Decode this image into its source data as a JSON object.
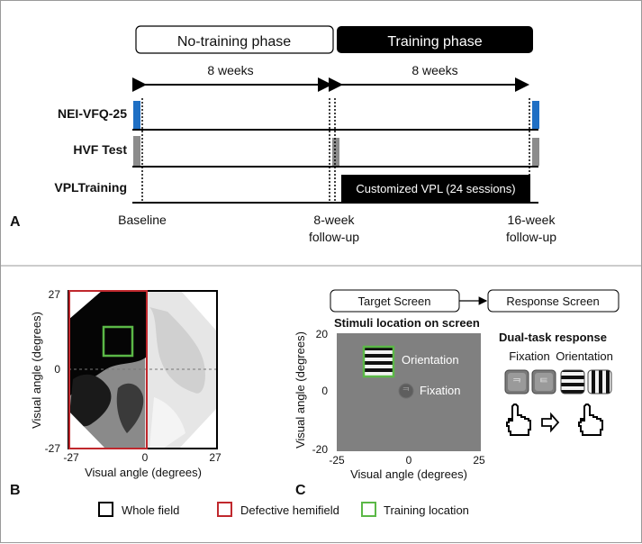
{
  "panel_a": {
    "label": "A",
    "phases": {
      "no_training": "No-training phase",
      "training": "Training phase"
    },
    "durations": [
      "8 weeks",
      "8 weeks"
    ],
    "rows": [
      "NEI-VFQ-25",
      "HVF Test",
      "VPLTraining"
    ],
    "training_box": "Customized VPL (24 sessions)",
    "timepoints": [
      {
        "line1": "Baseline",
        "line2": ""
      },
      {
        "line1": "8-week",
        "line2": "follow-up"
      },
      {
        "line1": "16-week",
        "line2": "follow-up"
      }
    ],
    "colors": {
      "nei_marker": "#1f6fc4",
      "hvf_marker": "#8c8c8c",
      "training_fill": "#000000"
    }
  },
  "panel_b": {
    "label": "B",
    "xlabel": "Visual angle (degrees)",
    "ylabel": "Visual angle (degrees)",
    "ticks": {
      "y_top": "27",
      "y_mid": "0",
      "y_bottom": "-27",
      "x_left": "-27",
      "x_mid": "0",
      "x_right": "27"
    },
    "colors": {
      "whole_field": "#000000",
      "defective_hemifield": "#c0282d",
      "training_location": "#5bb847"
    }
  },
  "panel_c": {
    "label": "C",
    "flow": {
      "target": "Target Screen",
      "response": "Response Screen"
    },
    "stimuli_title": "Stimuli location on screen",
    "xlabel": "Visual angle (degrees)",
    "ylabel": "Visual angle (degrees)",
    "yticks": [
      "20",
      "0",
      "-20"
    ],
    "xticks": [
      "-25",
      "0",
      "25"
    ],
    "orientation_label": "Orientation",
    "fixation_label": "Fixation",
    "response": {
      "title": "Dual-task response",
      "fixation": "Fixation",
      "orientation": "Orientation"
    },
    "icons": [
      "hand-pointer-icon",
      "arrow-right-icon",
      "hand-pointer-icon"
    ]
  },
  "legend": {
    "items": [
      {
        "label": "Whole field",
        "color": "#000000"
      },
      {
        "label": "Defective hemifield",
        "color": "#c0282d"
      },
      {
        "label": "Training location",
        "color": "#5bb847"
      }
    ]
  }
}
